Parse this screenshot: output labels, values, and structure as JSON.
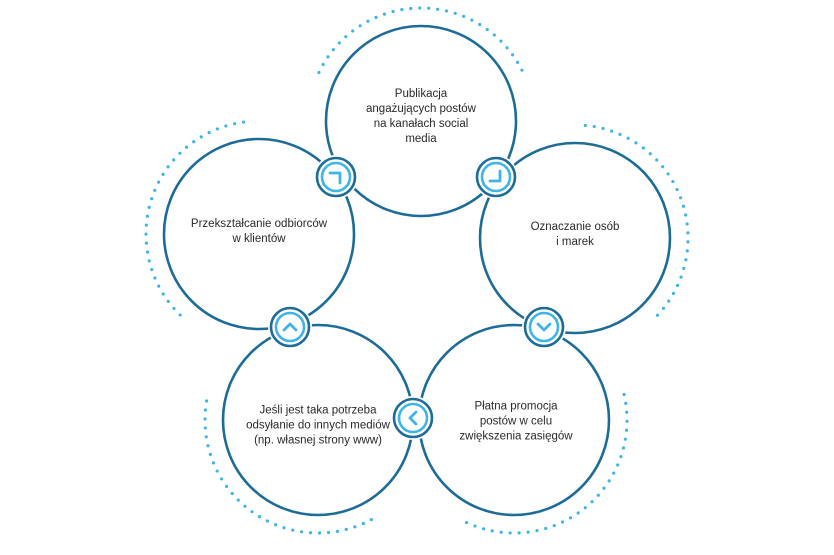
{
  "colors": {
    "dark": "#1d6c98",
    "light": "#3fb4e6",
    "text": "#2a2a2a"
  },
  "steps": [
    {
      "id": "publikacja",
      "text": "Publikacja angażujących postów na kanałach social media"
    },
    {
      "id": "oznaczanie",
      "text": "Oznaczanie osób i marek"
    },
    {
      "id": "platna-promocja",
      "text": "Płatna promocja postów w celu zwiększenia zasięgów"
    },
    {
      "id": "odsylanie",
      "text": "Jeśli jest taka potrzeba odsyłanie do innych mediów (np. własnej strony www)"
    },
    {
      "id": "przeksztalcanie",
      "text": "Przekształcanie odbiorców w klientów"
    }
  ],
  "connectors": [
    {
      "icon": "arrow-down-right-icon"
    },
    {
      "icon": "chevron-down-icon"
    },
    {
      "icon": "chevron-left-icon"
    },
    {
      "icon": "chevron-up-icon"
    },
    {
      "icon": "arrow-up-right-icon"
    }
  ]
}
